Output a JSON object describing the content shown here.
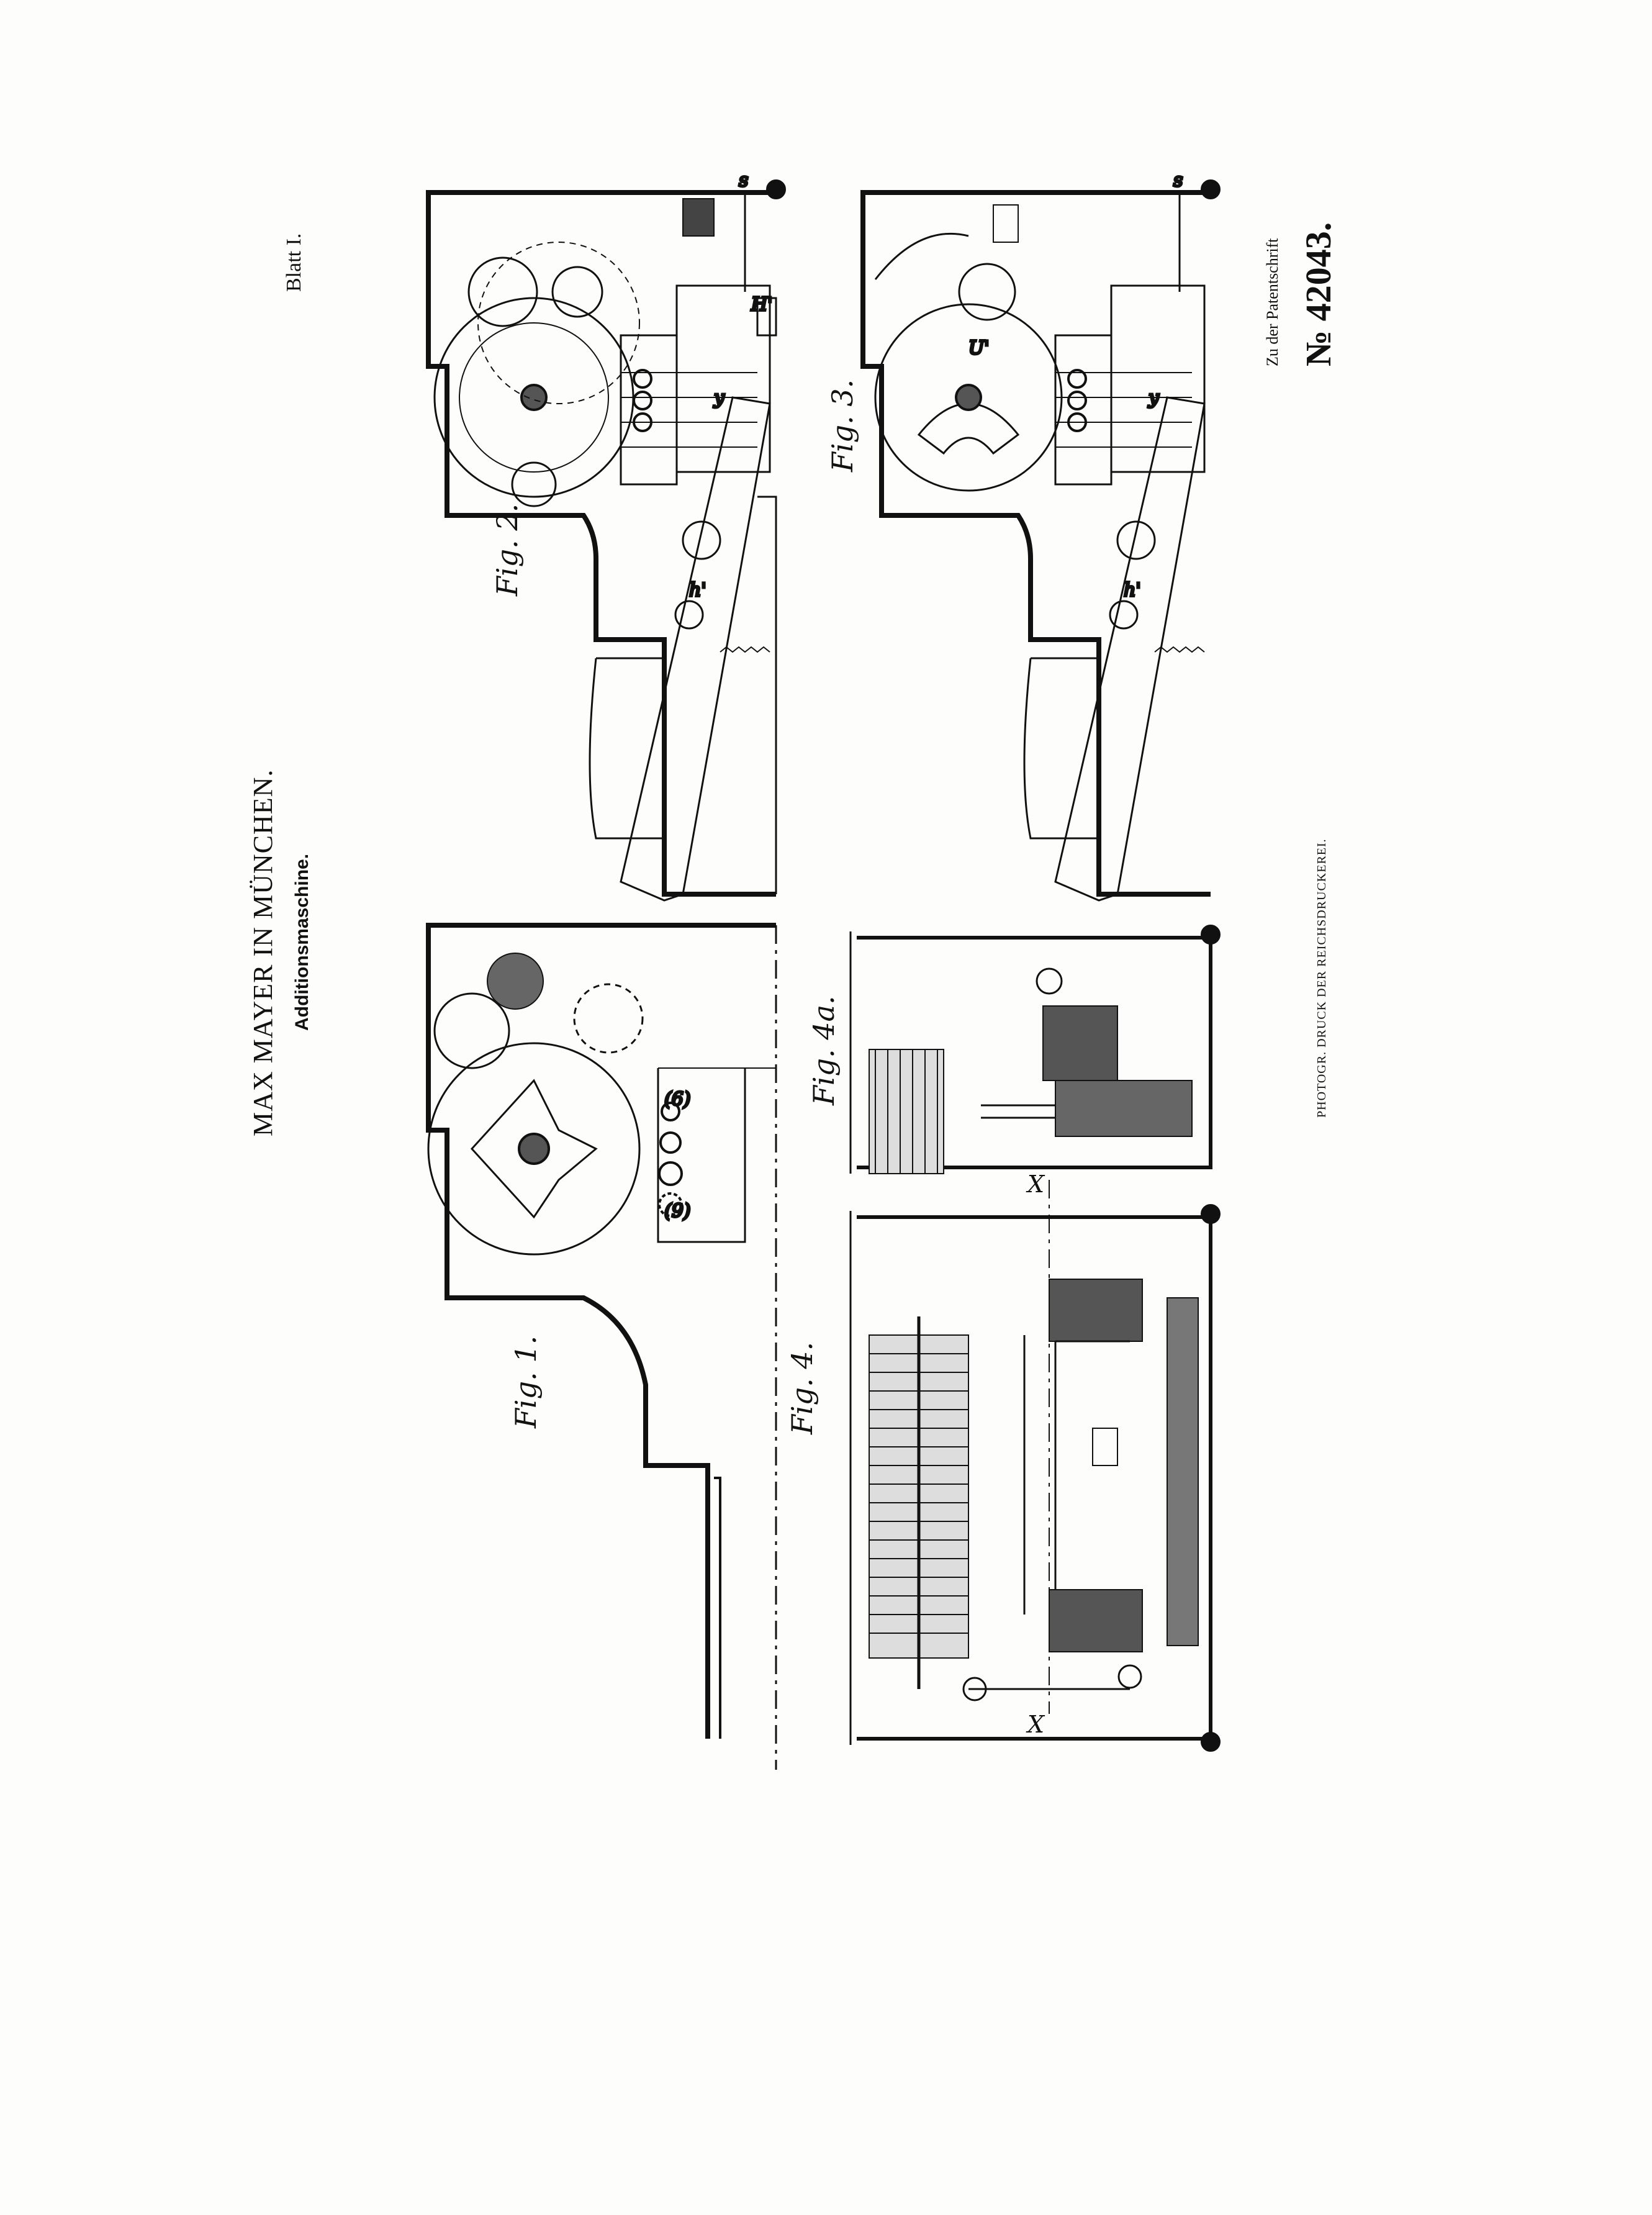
{
  "header": {
    "sheet": "Blatt I.",
    "inventor": "MAX MAYER IN MÜNCHEN.",
    "title": "Additionsmaschine."
  },
  "patent": {
    "prefix": "Zu der Patentschrift",
    "number": "№ 42043."
  },
  "printer": "PHOTOGR. DRUCK DER REICHSDRUCKEREI.",
  "figures": [
    {
      "label": "Fig. 1."
    },
    {
      "label": "Fig. 2."
    },
    {
      "label": "Fig. 3."
    },
    {
      "label": "Fig. 4."
    },
    {
      "label": "Fig. 4a."
    }
  ],
  "section_mark": "X"
}
